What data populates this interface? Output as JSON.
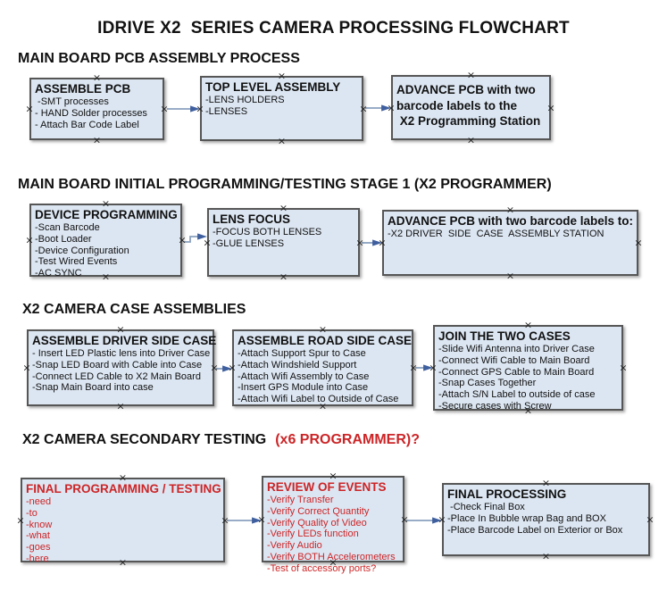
{
  "title": "IDRIVE X2  SERIES CAMERA PROCESSING FLOWCHART",
  "icons": {
    "connection_handle": "×"
  },
  "colors": {
    "box_fill": "#dce6f2",
    "box_border": "#565656",
    "red": "#cc2527",
    "arrow_line": "#8aa1bf",
    "arrow_head": "#3f5f9e"
  },
  "sections": [
    {
      "heading": "MAIN BOARD PCB ASSEMBLY PROCESS",
      "boxes": [
        {
          "title": "ASSEMBLE PCB",
          "items": [
            " -SMT processes",
            "- HAND Solder processes",
            "- Attach Bar Code Label"
          ]
        },
        {
          "title": "TOP LEVEL ASSEMBLY",
          "items": [
            "-LENS HOLDERS",
            "-LENSES"
          ]
        },
        {
          "title_lines": [
            "ADVANCE PCB with two",
            "barcode labels to the",
            " X2 Programming Station"
          ]
        }
      ]
    },
    {
      "heading": "MAIN BOARD INITIAL PROGRAMMING/TESTING STAGE 1 (X2 PROGRAMMER)",
      "boxes": [
        {
          "title": "DEVICE PROGRAMMING",
          "items": [
            "-Scan Barcode",
            "-Boot Loader",
            "-Device Configuration",
            "-Test Wired Events",
            "-AC SYNC"
          ]
        },
        {
          "title": "LENS FOCUS",
          "items": [
            "-FOCUS BOTH LENSES",
            "-GLUE LENSES"
          ]
        },
        {
          "title": "ADVANCE PCB with two barcode labels to:",
          "items": [
            "-X2 DRIVER  SIDE  CASE  ASSEMBLY STATION"
          ]
        }
      ]
    },
    {
      "heading": "X2 CAMERA CASE ASSEMBLIES",
      "boxes": [
        {
          "title": "ASSEMBLE DRIVER SIDE CASE",
          "items": [
            "- Insert LED Plastic lens into Driver Case",
            "-Snap LED Board with Cable into Case",
            "-Connect LED Cable to X2 Main Board",
            "-Snap Main Board into case"
          ]
        },
        {
          "title": "ASSEMBLE ROAD SIDE CASE",
          "items": [
            "-Attach Support Spur to Case",
            "-Attach Windshield Support",
            "-Attach Wifi Assembly to Case",
            "-Insert GPS Module into Case",
            "-Attach Wifi Label to Outside of Case"
          ]
        },
        {
          "title": "JOIN THE TWO CASES",
          "items": [
            "-Slide Wifi Antenna into Driver Case",
            "-Connect Wifi Cable to Main Board",
            "-Connect GPS Cable to Main Board",
            "-Snap Cases Together",
            "-Attach S/N Label to outside of case",
            "-Secure cases with Screw"
          ]
        }
      ]
    },
    {
      "heading": "X2 CAMERA SECONDARY TESTING",
      "heading_red": "(x6 PROGRAMMER)?",
      "boxes": [
        {
          "title": "FINAL PROGRAMMING / TESTING",
          "items": [
            "-need",
            "-to",
            "-know",
            "-what",
            "-goes",
            "-here"
          ]
        },
        {
          "title": "REVIEW OF EVENTS",
          "items": [
            "-Verify Transfer",
            "-Verify Correct Quantity",
            "-Verify Quality of Video",
            "-Verify LEDs function",
            "-Verify Audio",
            "-Verify BOTH Accelerometers",
            "-Test of accessory ports?"
          ]
        },
        {
          "title": "FINAL PROCESSING",
          "items": [
            " -Check Final Box",
            "-Place In Bubble wrap Bag and BOX",
            "-Place Barcode Label on Exterior or Box"
          ]
        }
      ]
    }
  ]
}
